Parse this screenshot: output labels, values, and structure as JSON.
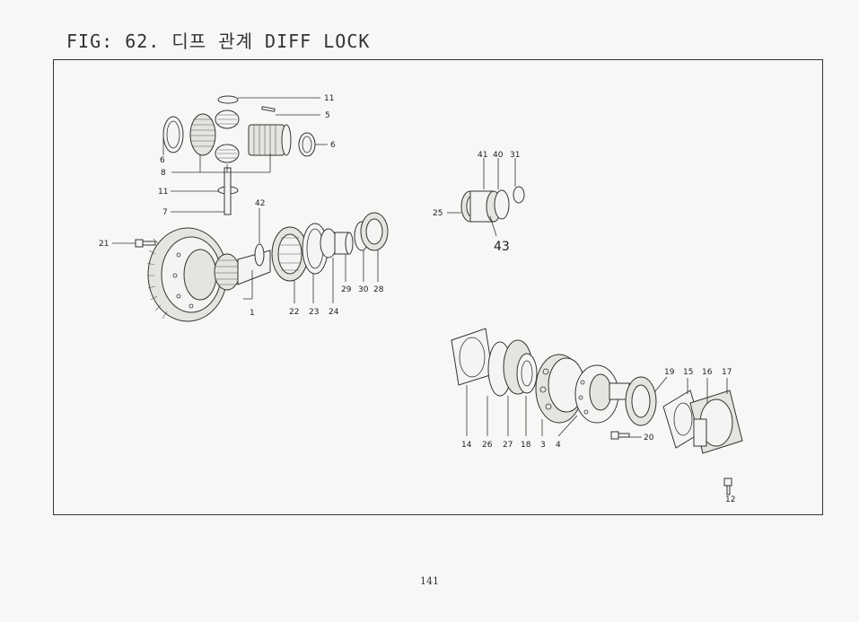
{
  "figure": {
    "title": "FIG: 62. 디프 관계  DIFF LOCK"
  },
  "callouts": {
    "c11a": "11",
    "c5": "5",
    "c6a": "6",
    "c6b": "6",
    "c8": "8",
    "c11b": "11",
    "c7": "7",
    "c42": "42",
    "c21": "21",
    "c1": "1",
    "c22": "22",
    "c23": "23",
    "c24": "24",
    "c29": "29",
    "c30": "30",
    "c28": "28",
    "c41": "41",
    "c40": "40",
    "c31": "31",
    "c25": "25",
    "c43": "43",
    "c14": "14",
    "c26": "26",
    "c27": "27",
    "c18": "18",
    "c3": "3",
    "c4": "4",
    "c20": "20",
    "c19": "19",
    "c15": "15",
    "c16": "16",
    "c17": "17",
    "c12": "12"
  },
  "page": {
    "number": "141"
  }
}
